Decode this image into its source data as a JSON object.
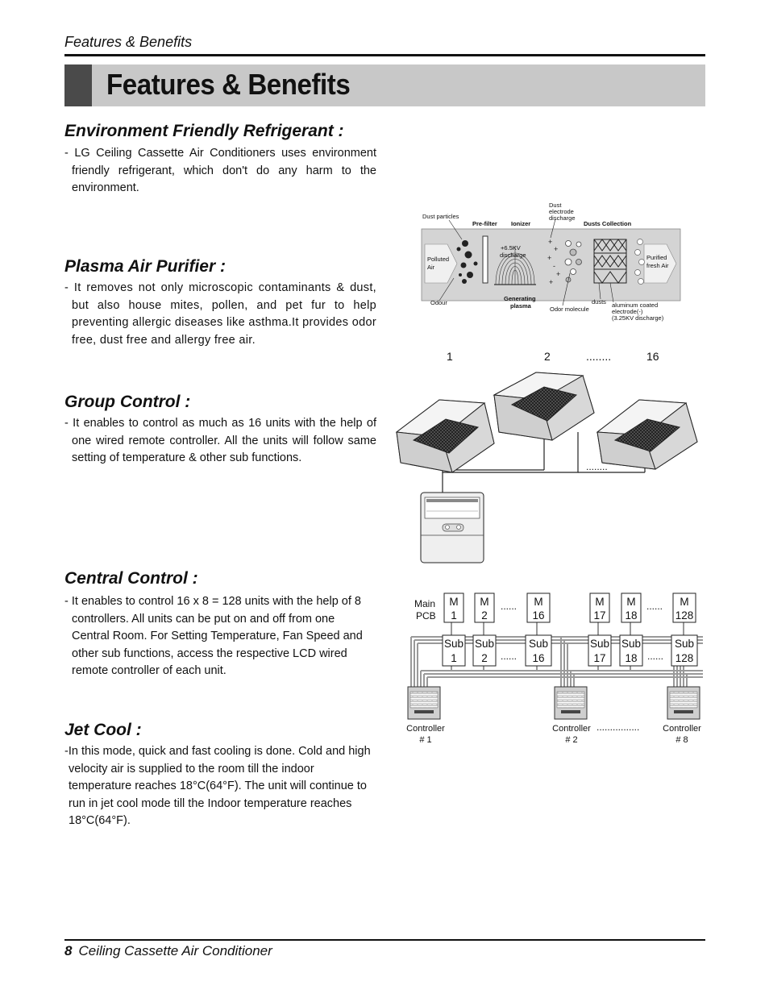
{
  "header": {
    "section_label": "Features & Benefits",
    "banner_title": "Features & Benefits"
  },
  "sections": [
    {
      "title": "Environment Friendly Refrigerant :",
      "body": "- LG Ceiling Cassette Air Conditioners uses environment friendly refrigerant, which don't do any harm to the environment."
    },
    {
      "title": "Plasma Air Purifier :",
      "body": "- It removes not only microscopic contaminants & dust, but also house mites, pollen, and pet fur to help preventing allergic diseases like asthma.It provides odor free, dust free and  allergy free air."
    },
    {
      "title": "Group Control :",
      "body": "- It enables to control as much as 16 units with the help of one wired remote controller. All the units will follow same setting of temperature & other sub functions."
    },
    {
      "title": "Central Control :",
      "body": "- It enables to control 16 x 8 = 128 units with the help of 8 controllers. All units can be put on and off from one Central Room. For Setting Temperature, Fan Speed and other sub functions, access the respective LCD wired remote controller of each unit."
    },
    {
      "title": "Jet Cool :",
      "body": "-In this mode, quick and fast cooling is done. Cold and high velocity air is supplied to the room till the indoor temperature reaches 18°C(64°F). The unit will continue to run in jet cool mode till the Indoor temperature reaches 18°C(64°F)."
    }
  ],
  "plasma_diagram": {
    "dust_particles": "Dust particles",
    "prefilter": "Pre-filter",
    "ionizer": "Ionizer",
    "dust_electrode_1": "Dust",
    "dust_electrode_2": "electrode",
    "dust_electrode_3": "discharge",
    "dusts_collection": "Dusts Collection",
    "polluted_1": "Polluted",
    "polluted_2": "Air",
    "discharge_1": "+6.5KV",
    "discharge_2": "discharge",
    "purified_1": "Purified",
    "purified_2": "fresh Air",
    "odour": "Odour",
    "generating_1": "Generating",
    "generating_2": "plasma",
    "odor_molecule": "Odor molecule",
    "dusts": "dusts",
    "aluminum_1": "aluminum coated",
    "aluminum_2": "electrode(-)",
    "aluminum_3": "(3.25KV discharge)"
  },
  "group_diagram": {
    "label_1": "1",
    "label_2": "2",
    "label_dots": "........",
    "label_16": "16",
    "wire_dots": "........"
  },
  "central_diagram": {
    "main_pcb_1": "Main",
    "main_pcb_2": "PCB",
    "main_units": [
      [
        "M",
        "1"
      ],
      [
        "M",
        "2"
      ],
      [
        "M",
        "16"
      ],
      [
        "M",
        "17"
      ],
      [
        "M",
        "18"
      ],
      [
        "M",
        "128"
      ]
    ],
    "sub_units": [
      [
        "Sub",
        "1"
      ],
      [
        "Sub",
        "2"
      ],
      [
        "Sub",
        "16"
      ],
      [
        "Sub",
        "17"
      ],
      [
        "Sub",
        "18"
      ],
      [
        "Sub",
        "128"
      ]
    ],
    "short_dots": "......",
    "long_dots": "................",
    "controllers": [
      [
        "Controller",
        "# 1"
      ],
      [
        "Controller",
        "# 2"
      ],
      [
        "Controller",
        "# 8"
      ]
    ]
  },
  "footer": {
    "page_number": "8",
    "title": "Ceiling Cassette Air Conditioner"
  }
}
